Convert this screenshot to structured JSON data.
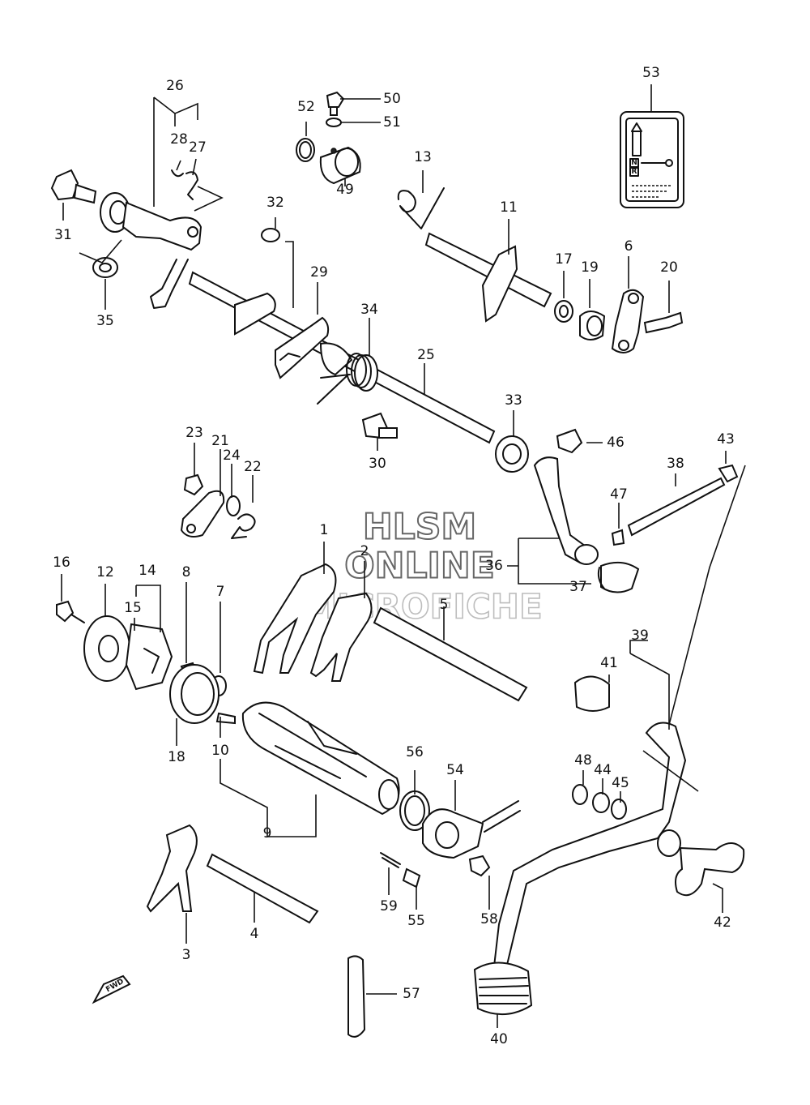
{
  "diagram": {
    "watermark": {
      "line1": "HLSM",
      "line2": "ONLINE",
      "line3": "MICROFICHE"
    },
    "fwd_label": "FWD",
    "indicator_label": {
      "neutral": "N",
      "reverse": "R"
    },
    "part_numbers": [
      "1",
      "2",
      "3",
      "4",
      "5",
      "6",
      "7",
      "8",
      "9",
      "10",
      "11",
      "12",
      "13",
      "14",
      "15",
      "16",
      "17",
      "18",
      "19",
      "20",
      "21",
      "22",
      "23",
      "24",
      "25",
      "26",
      "27",
      "28",
      "29",
      "30",
      "31",
      "32",
      "33",
      "34",
      "35",
      "36",
      "37",
      "38",
      "39",
      "40",
      "41",
      "42",
      "43",
      "44",
      "45",
      "46",
      "47",
      "48",
      "49",
      "50",
      "51",
      "52",
      "53",
      "54",
      "55",
      "56",
      "57",
      "58",
      "59"
    ]
  }
}
